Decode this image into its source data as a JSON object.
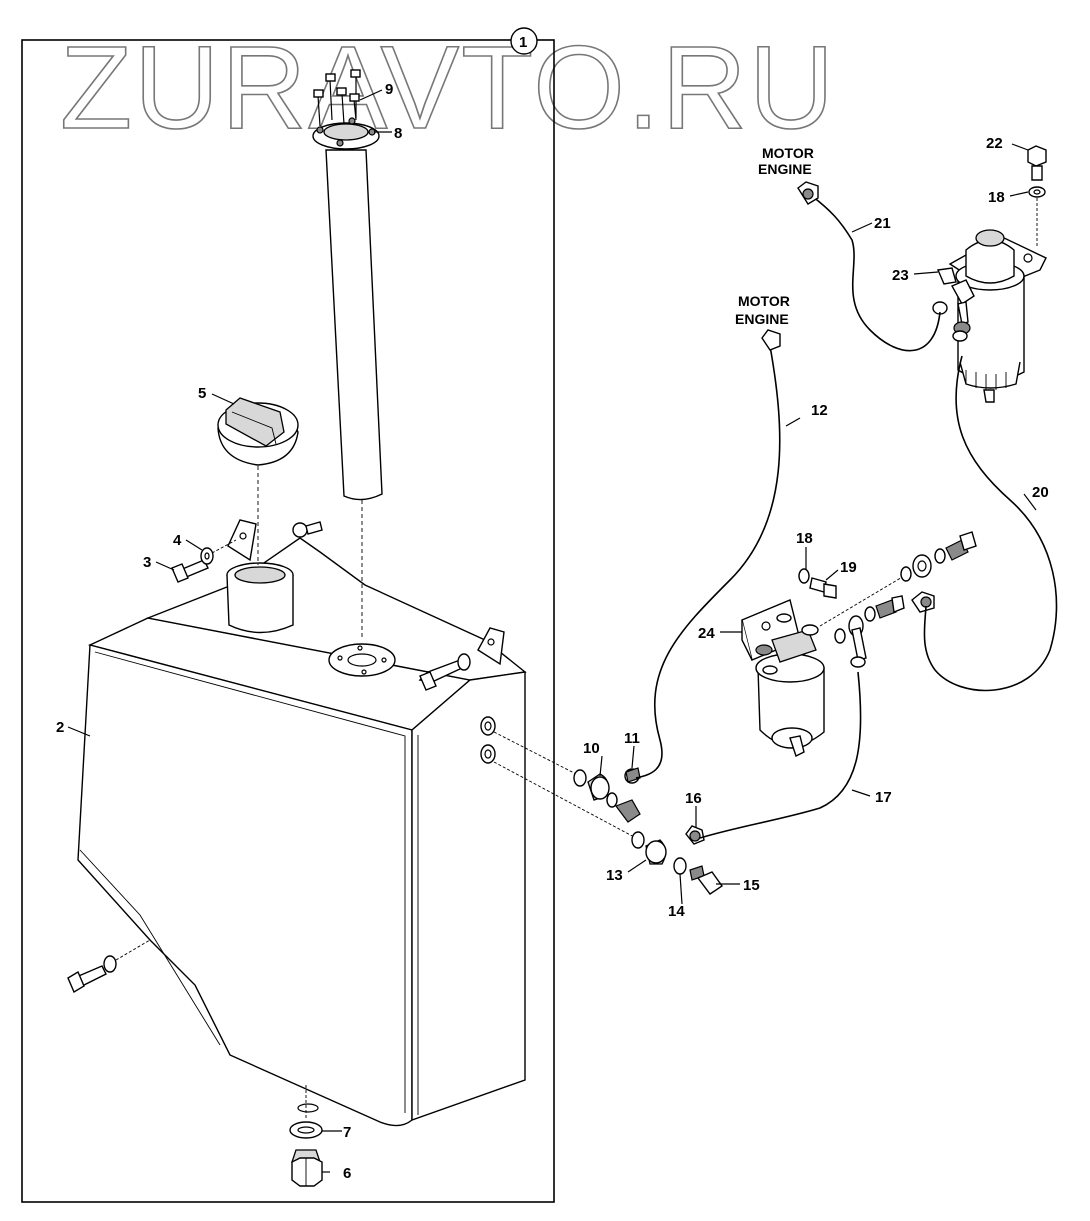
{
  "watermark": "ZURAVTO.RU",
  "corner_mark": "",
  "group_label": "1",
  "notes": {
    "engine_a_line1": "MOTOR",
    "engine_a_line2": "ENGINE",
    "engine_b_line1": "MOTOR",
    "engine_b_line2": "ENGINE"
  },
  "callouts": {
    "p2": "2",
    "p3": "3",
    "p4": "4",
    "p5": "5",
    "p6": "6",
    "p7": "7",
    "p8": "8",
    "p9": "9",
    "p10": "10",
    "p11": "11",
    "p12": "12",
    "p13": "13",
    "p14": "14",
    "p15": "15",
    "p16": "16",
    "p17": "17",
    "p18a": "18",
    "p18b": "18",
    "p19": "19",
    "p20": "20",
    "p21": "21",
    "p22": "22",
    "p23": "23",
    "p24": "24"
  },
  "icons": {
    "tank": "fuel-tank-icon",
    "cap": "filler-cap-icon",
    "sender": "fuel-level-sender-icon",
    "pre_filter": "fuel-pre-filter-icon",
    "water_separator": "water-separator-filter-icon"
  }
}
